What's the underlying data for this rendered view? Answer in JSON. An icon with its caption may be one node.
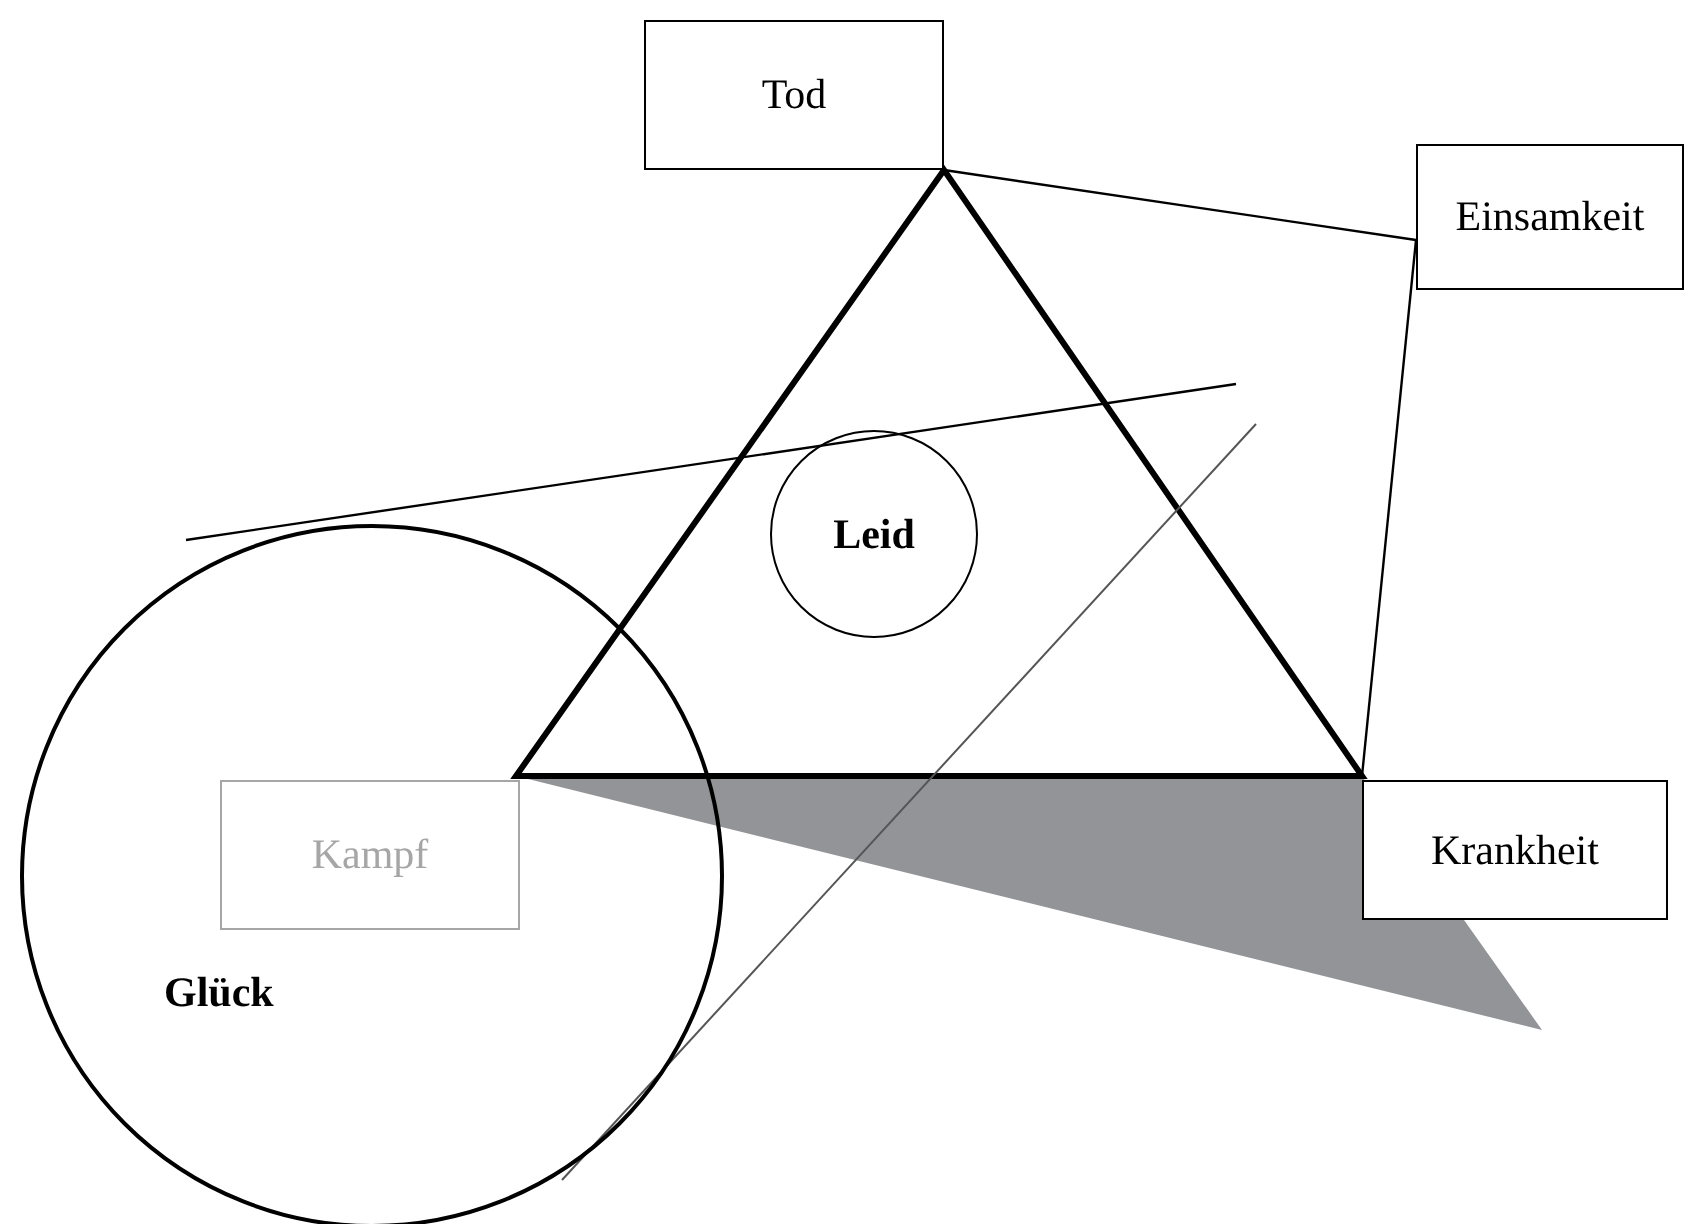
{
  "diagram": {
    "nodes": [
      {
        "text": [
          "Tod"
        ]
      },
      {
        "text": [
          "Einsamkeit"
        ]
      },
      {
        "text": [
          "Leid"
        ]
      },
      {
        "text": [
          "Glück"
        ]
      },
      {
        "text": [
          "Kampf"
        ],
        "in": 3
      },
      {
        "text": [
          "Krankheit"
        ]
      }
    ],
    "edges": [
      {
        "from": 0,
        "to": 1,
        "arrow": "none"
      },
      {
        "from": 1,
        "to": 5,
        "arrow": "none"
      }
    ]
  }
}
